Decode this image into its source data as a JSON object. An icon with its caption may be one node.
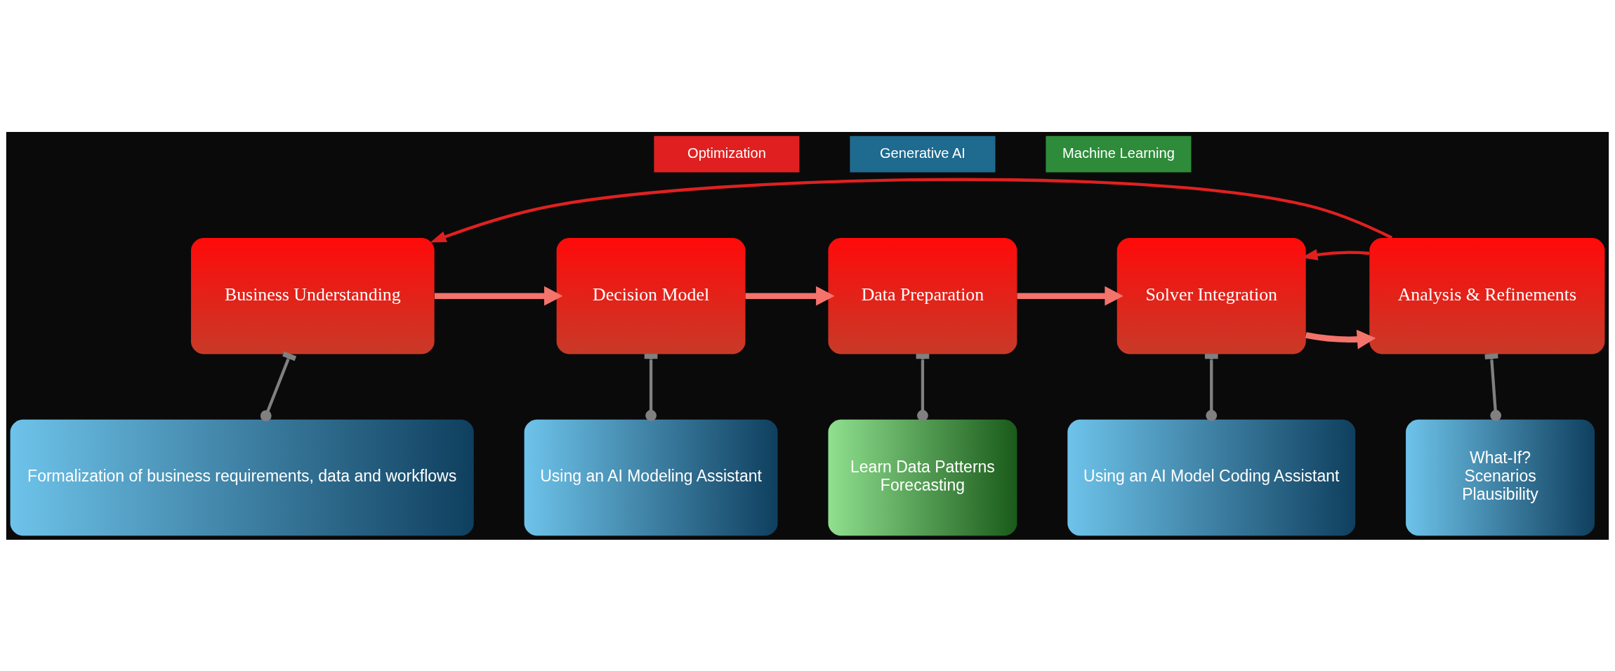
{
  "diagram": {
    "nodes": [
      {
        "text": [
          "Business Understanding"
        ]
      },
      {
        "text": [
          "Decision Model"
        ]
      },
      {
        "text": [
          "Data Preparation"
        ]
      },
      {
        "text": [
          "Solver Integration"
        ]
      },
      {
        "text": [
          "Analysis & Refinements"
        ]
      },
      {
        "text": [
          "Formalization of business requirements, data and workflows"
        ]
      },
      {
        "text": [
          "Using an AI Modeling Assistant"
        ]
      },
      {
        "text": [
          "Learn Data Patterns",
          "Forecasting"
        ]
      },
      {
        "text": [
          "Using an AI Model Coding Assistant"
        ]
      },
      {
        "text": [
          "What-If?",
          "Scenarios",
          "Plausibility"
        ]
      }
    ],
    "edges": [
      {
        "from": 0,
        "to": 1,
        "arrow": "to",
        "style": "thick",
        "color": "#f4736b"
      },
      {
        "from": 1,
        "to": 2,
        "arrow": "to",
        "style": "thick",
        "color": "#f4736b"
      },
      {
        "from": 2,
        "to": 3,
        "arrow": "to",
        "style": "thick",
        "color": "#f4736b"
      },
      {
        "from": 3,
        "to": 4,
        "arrow": "to",
        "style": "thick",
        "color": "#f4736b"
      },
      {
        "from": 4,
        "to": 0,
        "arrow": "to",
        "color": "#e02020"
      },
      {
        "from": 4,
        "to": 3,
        "arrow": "to",
        "color": "#e02020"
      },
      {
        "from": 0,
        "to": 5,
        "arrow": "other"
      },
      {
        "from": 1,
        "to": 6,
        "arrow": "other"
      },
      {
        "from": 2,
        "to": 7,
        "arrow": "other"
      },
      {
        "from": 3,
        "to": 8,
        "arrow": "other"
      },
      {
        "from": 4,
        "to": 9,
        "arrow": "other"
      }
    ],
    "legend": [
      {
        "text": "Optimization",
        "color": "#e02020"
      },
      {
        "text": "Generative AI",
        "color": "#1f6a8f"
      },
      {
        "text": "Machine Learning",
        "color": "#2e8b3a"
      }
    ]
  }
}
